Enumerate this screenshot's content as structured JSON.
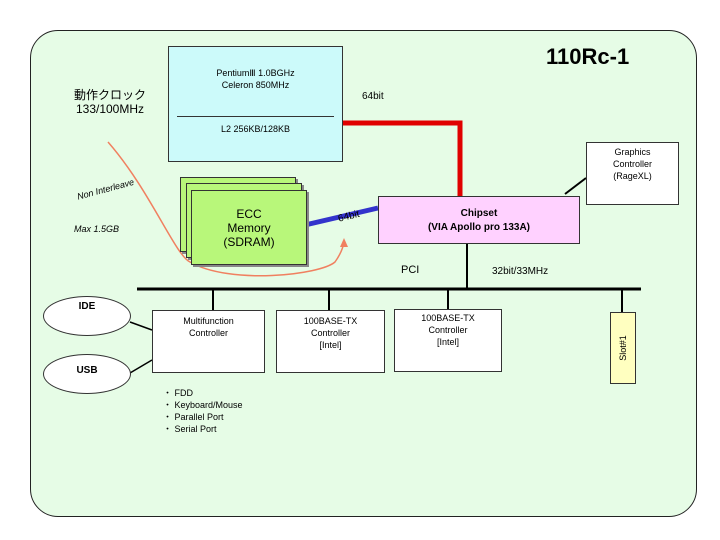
{
  "title": "110Rc-1",
  "clock": {
    "line1": "動作クロック",
    "line2": "133/100MHz"
  },
  "cpu": {
    "line1": "PentiumⅢ 1.0BGHz",
    "line2": "Celeron 850MHz",
    "line3": "L2 256KB/128KB"
  },
  "cpu_bus_label": "64bit",
  "memory_bus_label": "64bit",
  "memory": {
    "line1": "ECC",
    "line2": "Memory",
    "line3": "(SDRAM)"
  },
  "non_interleave": "Non Interleave",
  "max_memory": "Max 1.5GB",
  "chipset": {
    "line1": "Chipset",
    "line2": "(VIA Apollo pro 133A)"
  },
  "graphics": {
    "line1": "Graphics",
    "line2": "Controller",
    "line3": "(RageXL)"
  },
  "pci_label": "PCI",
  "pci_speed": "32bit/33MHz",
  "multifunction": {
    "line1": "Multifunction",
    "line2": "Controller"
  },
  "lan1": {
    "line1": "100BASE-TX",
    "line2": "Controller",
    "line3": "[Intel]"
  },
  "lan2": {
    "line1": "100BASE-TX",
    "line2": "Controller",
    "line3": "[Intel]"
  },
  "slot": "Slot#1",
  "ide": "IDE",
  "usb": "USB",
  "peripherals": [
    "・ FDD",
    "・ Keyboard/Mouse",
    "・ Parallel Port",
    "・ Serial Port"
  ],
  "colors": {
    "background": "#e6fce6",
    "cpu": "#ccfafa",
    "memory": "#b8f77a",
    "chipset": "#ffd1ff",
    "slot": "#ffffc0",
    "cpu_bus": "#e00000",
    "mem_bus": "#3333cc"
  }
}
